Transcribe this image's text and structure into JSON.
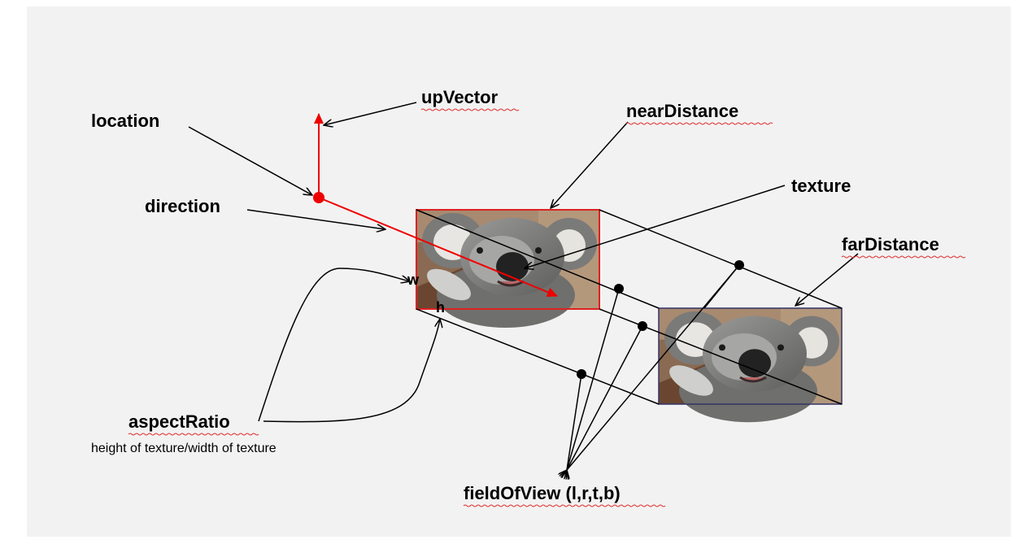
{
  "labels": {
    "location": "location",
    "upVector": "upVector",
    "direction": "direction",
    "nearDistance": "nearDistance",
    "texture": "texture",
    "farDistance": "farDistance",
    "aspectRatio": "aspectRatio",
    "aspectRatio_note": "height of texture/width of texture",
    "fieldOfView": "fieldOfView (l,r,t,b)",
    "w": "w",
    "h": "h"
  },
  "colors": {
    "panel": "#f2f2f2",
    "camera_red": "#ee0000",
    "near_frame": "#dd2222",
    "far_frame": "#333366",
    "line": "#000000"
  },
  "images": {
    "near_texture": "koala-photo",
    "far_texture": "koala-photo"
  }
}
